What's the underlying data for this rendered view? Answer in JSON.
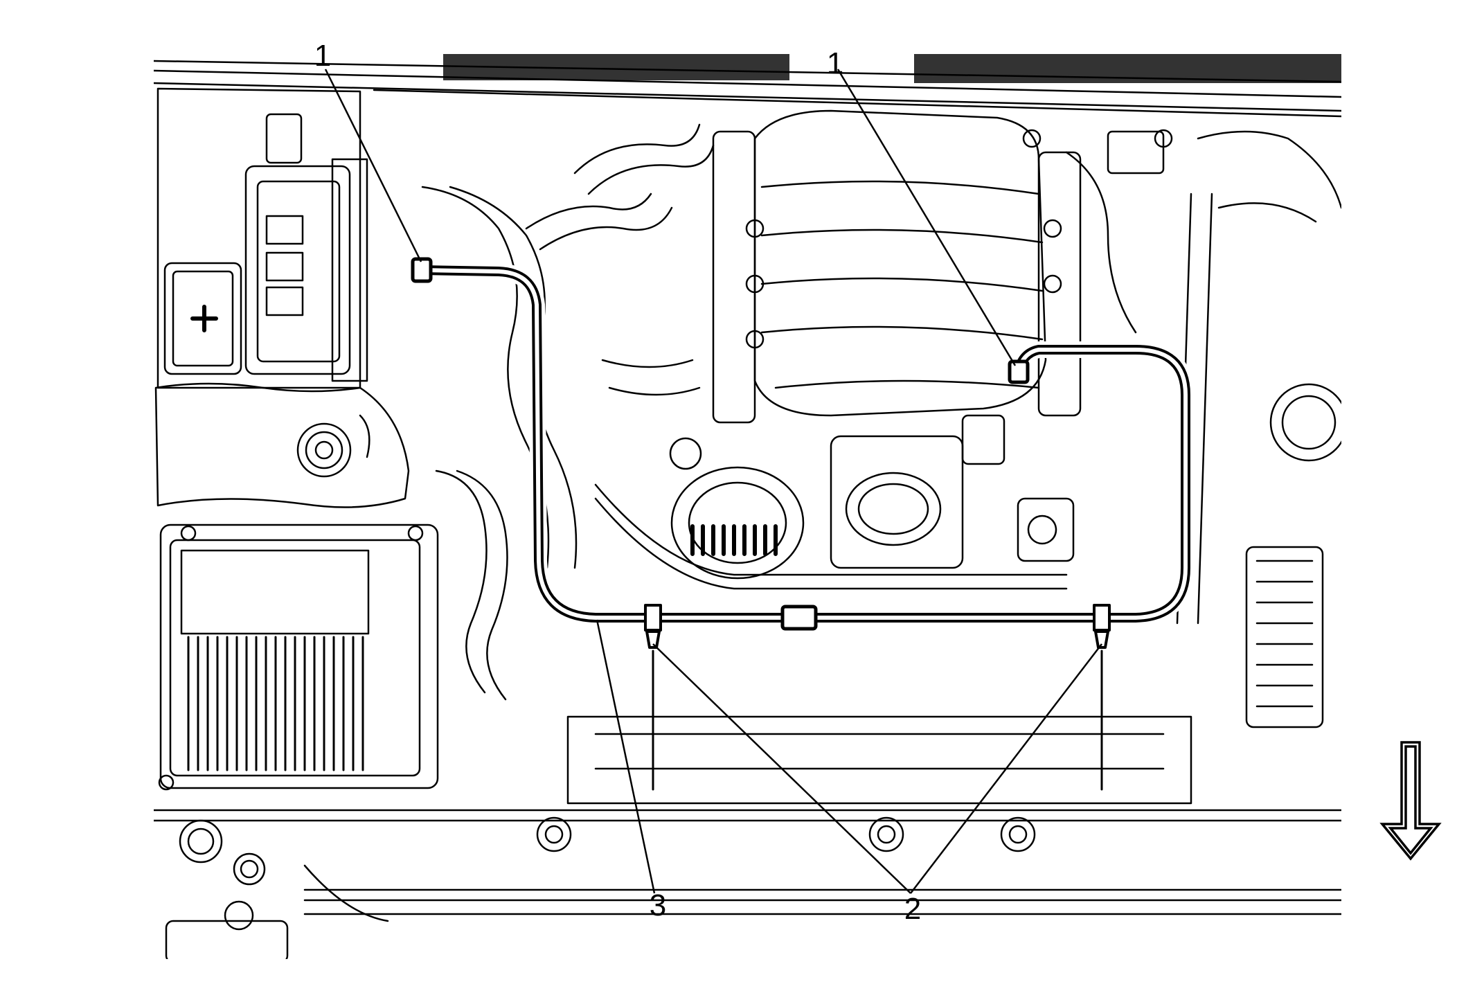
{
  "figure": {
    "callouts": [
      {
        "id": "callout-1-left",
        "label": "1"
      },
      {
        "id": "callout-1-right",
        "label": "1"
      },
      {
        "id": "callout-2",
        "label": "2"
      },
      {
        "id": "callout-3",
        "label": "3"
      }
    ],
    "direction_arrow": {
      "icon": "down-arrow-icon",
      "meaning": "vehicle front"
    },
    "colors": {
      "line": "#000000",
      "background": "#ffffff"
    }
  }
}
